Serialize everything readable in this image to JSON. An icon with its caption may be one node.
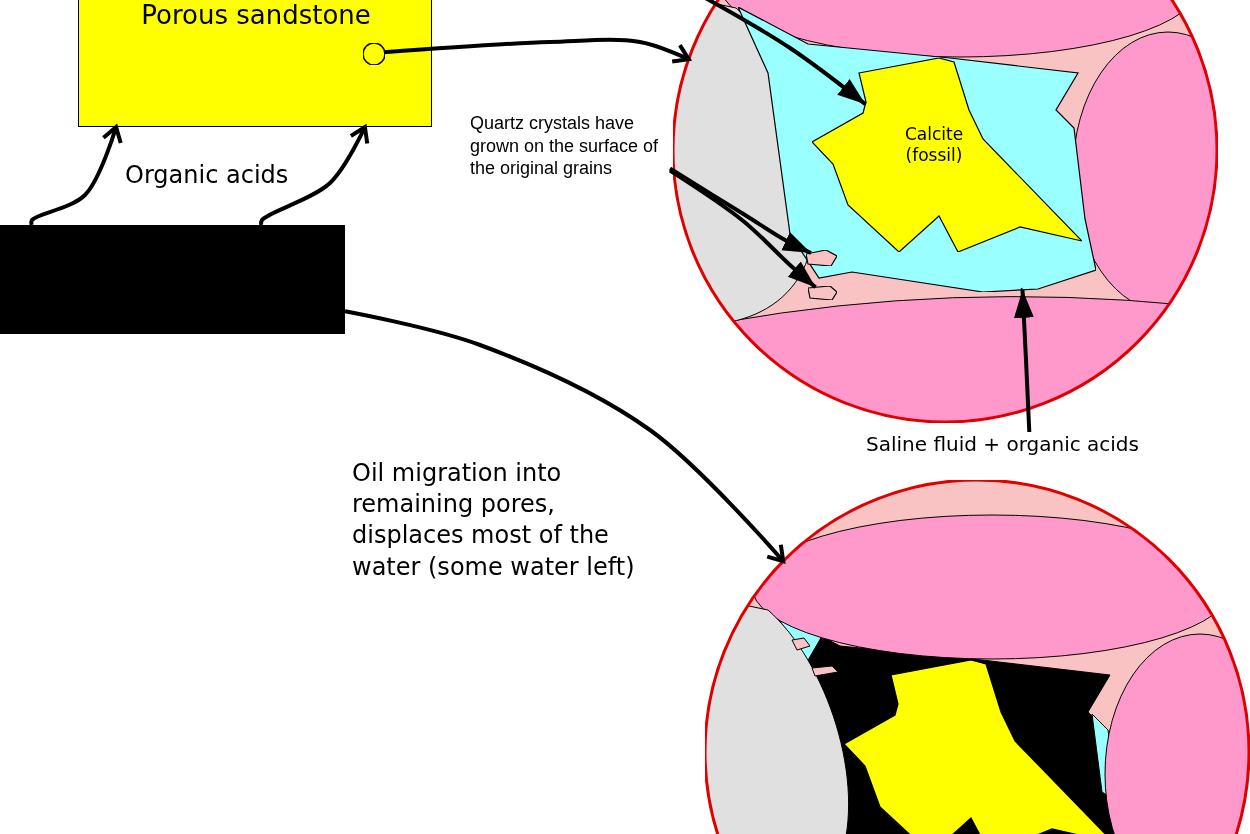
{
  "diagram": {
    "nodes": [
      {
        "text": [
          "Porous sandstone"
        ]
      },
      {
        "text": [],
        "shape": "circle",
        "in": 0
      },
      {
        "text": [],
        "shape": "box"
      },
      {
        "text": [],
        "shape": "circle"
      },
      {
        "text": [],
        "shape": "polygon",
        "in": 3
      },
      {
        "text": [
          "Calcite (fossil)"
        ],
        "in": 4
      },
      {
        "text": [],
        "shape": "polygon",
        "in": 4
      },
      {
        "text": [],
        "shape": "polygon",
        "in": 3
      },
      {
        "text": [
          "Quartz crystals have grown on the surface of the original grains"
        ]
      },
      {
        "text": [
          "Saline fluid + organic acids"
        ]
      },
      {
        "text": [],
        "shape": "circle"
      },
      {
        "text": [],
        "shape": "polygon",
        "in": 10
      }
    ],
    "edges": [
      {
        "from": 1,
        "to": 3,
        "arrow": "to"
      },
      {
        "from": 2,
        "to": 0,
        "arrow": "to"
      },
      {
        "from": 2,
        "to": 0,
        "arrow": "to"
      },
      {
        "from": null,
        "to": 5,
        "arrow": "to"
      },
      {
        "from": 8,
        "to": 6,
        "arrow": "to"
      },
      {
        "from": 8,
        "to": 7,
        "arrow": "to"
      },
      {
        "from": 9,
        "to": 4,
        "arrow": "to"
      },
      {
        "from": 2,
        "to": 10,
        "arrow": "to"
      }
    ],
    "labels": [
      "Organic acids",
      "Oil migration into remaining pores, displaces most of the water (some water left)"
    ]
  }
}
